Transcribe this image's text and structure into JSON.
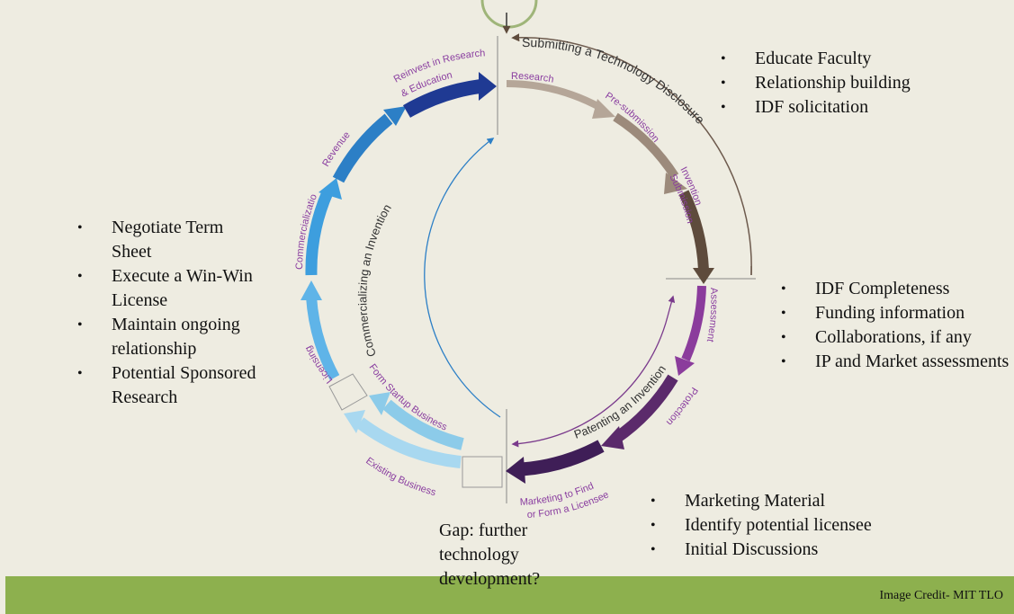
{
  "cycle": {
    "phases": {
      "submitting": "Submitting a Technology Disclosure",
      "patenting": "Patenting an Invention",
      "commercializing": "Commercializing an Invention"
    },
    "steps": {
      "research": "Research",
      "presubmission": "Pre-submission",
      "invention_submission_line1": "Invention",
      "invention_submission_line2": "Submission",
      "assessment": "Assessment",
      "protection": "Protection",
      "marketing_line1": "Marketing to Find",
      "marketing_line2": "or Form a Licensee",
      "existing_business": "Existing Business",
      "form_startup": "Form Startup Business",
      "licensing": "Licensing",
      "commercialization": "Commercialization",
      "revenue": "Revenue",
      "reinvest_line1": "Reinvest in Research",
      "reinvest_line2": "& Education"
    }
  },
  "bullets": {
    "top_right": [
      "Educate Faculty",
      "Relationship building",
      "IDF solicitation"
    ],
    "mid_right": [
      "IDF Completeness",
      "Funding information",
      "Collaborations, if any",
      "IP and Market assessments"
    ],
    "bottom_right": [
      "Marketing Material",
      "Identify potential licensee",
      "Initial Discussions"
    ],
    "left": [
      "Negotiate Term Sheet",
      "Execute a Win-Win  License",
      "Maintain ongoing relationship",
      "Potential Sponsored Research"
    ]
  },
  "gap_note": "Gap: further technology development?",
  "credit": "Image Credit- MIT TLO",
  "colors": {
    "background": "#eeece1",
    "footer_band": "#8db04e",
    "research_tan": "#b5a698",
    "submission_brown": "#5e4b3c",
    "assessment_purple": "#8b3c9c",
    "protection_purple": "#5b2a6b",
    "dark_blue": "#1f3a93",
    "mid_blue": "#2c7fc6",
    "light_blue": "#5fb4e8",
    "pale_blue": "#a8d8f0",
    "label_purple": "#8a3ea0"
  }
}
